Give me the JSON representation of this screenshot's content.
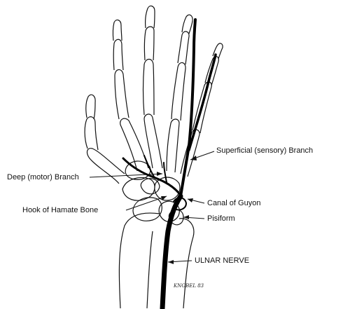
{
  "labels": {
    "superficial": "Superficial (sensory) Branch",
    "deep": "Deep (motor) Branch",
    "hamate": "Hook of Hamate Bone",
    "canal": "Canal of Guyon",
    "pisiform": "Pisiform",
    "ulnar": "ULNAR NERVE"
  },
  "signature": "KNOBEL 83",
  "colors": {
    "ink": "#111111",
    "nerve": "#000000",
    "paper": "#ffffff"
  }
}
